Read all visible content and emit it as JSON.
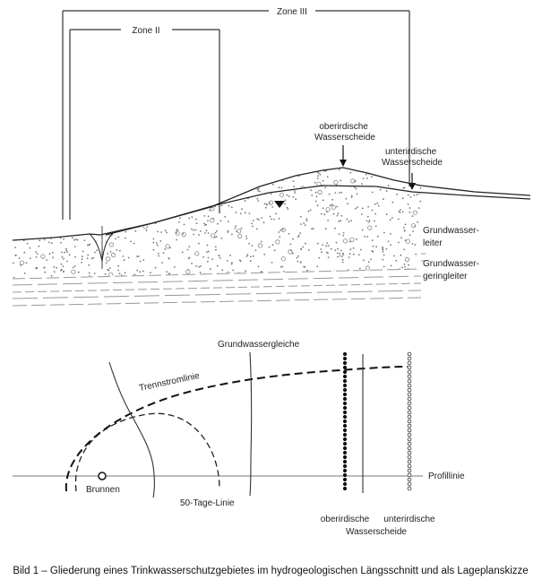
{
  "section": {
    "zone_iii": "Zone III",
    "zone_ii": "Zone II",
    "surface_divide": [
      "oberirdische",
      "Wasserscheide"
    ],
    "subsurface_divide": [
      "unterirdische",
      "Wasserscheide"
    ],
    "aquifer": [
      "Grundwasser-",
      "leiter"
    ],
    "aquitard": [
      "Grundwasser-",
      "geringleiter"
    ]
  },
  "plan": {
    "isoline": "Grundwassergleiche",
    "trennstrom": "Trennstromlinie",
    "well": "Brunnen",
    "fifty_day": "50-Tage-Linie",
    "profile_line": "Profillinie",
    "divide_left": "oberirdische",
    "divide_right": "unterirdische",
    "divide_bottom": "Wasserscheide"
  },
  "caption": "Bild 1 – Gliederung eines Trinkwasserschutzgebietes im hydrogeologischen Längsschnitt und als Lageplanskizze"
}
